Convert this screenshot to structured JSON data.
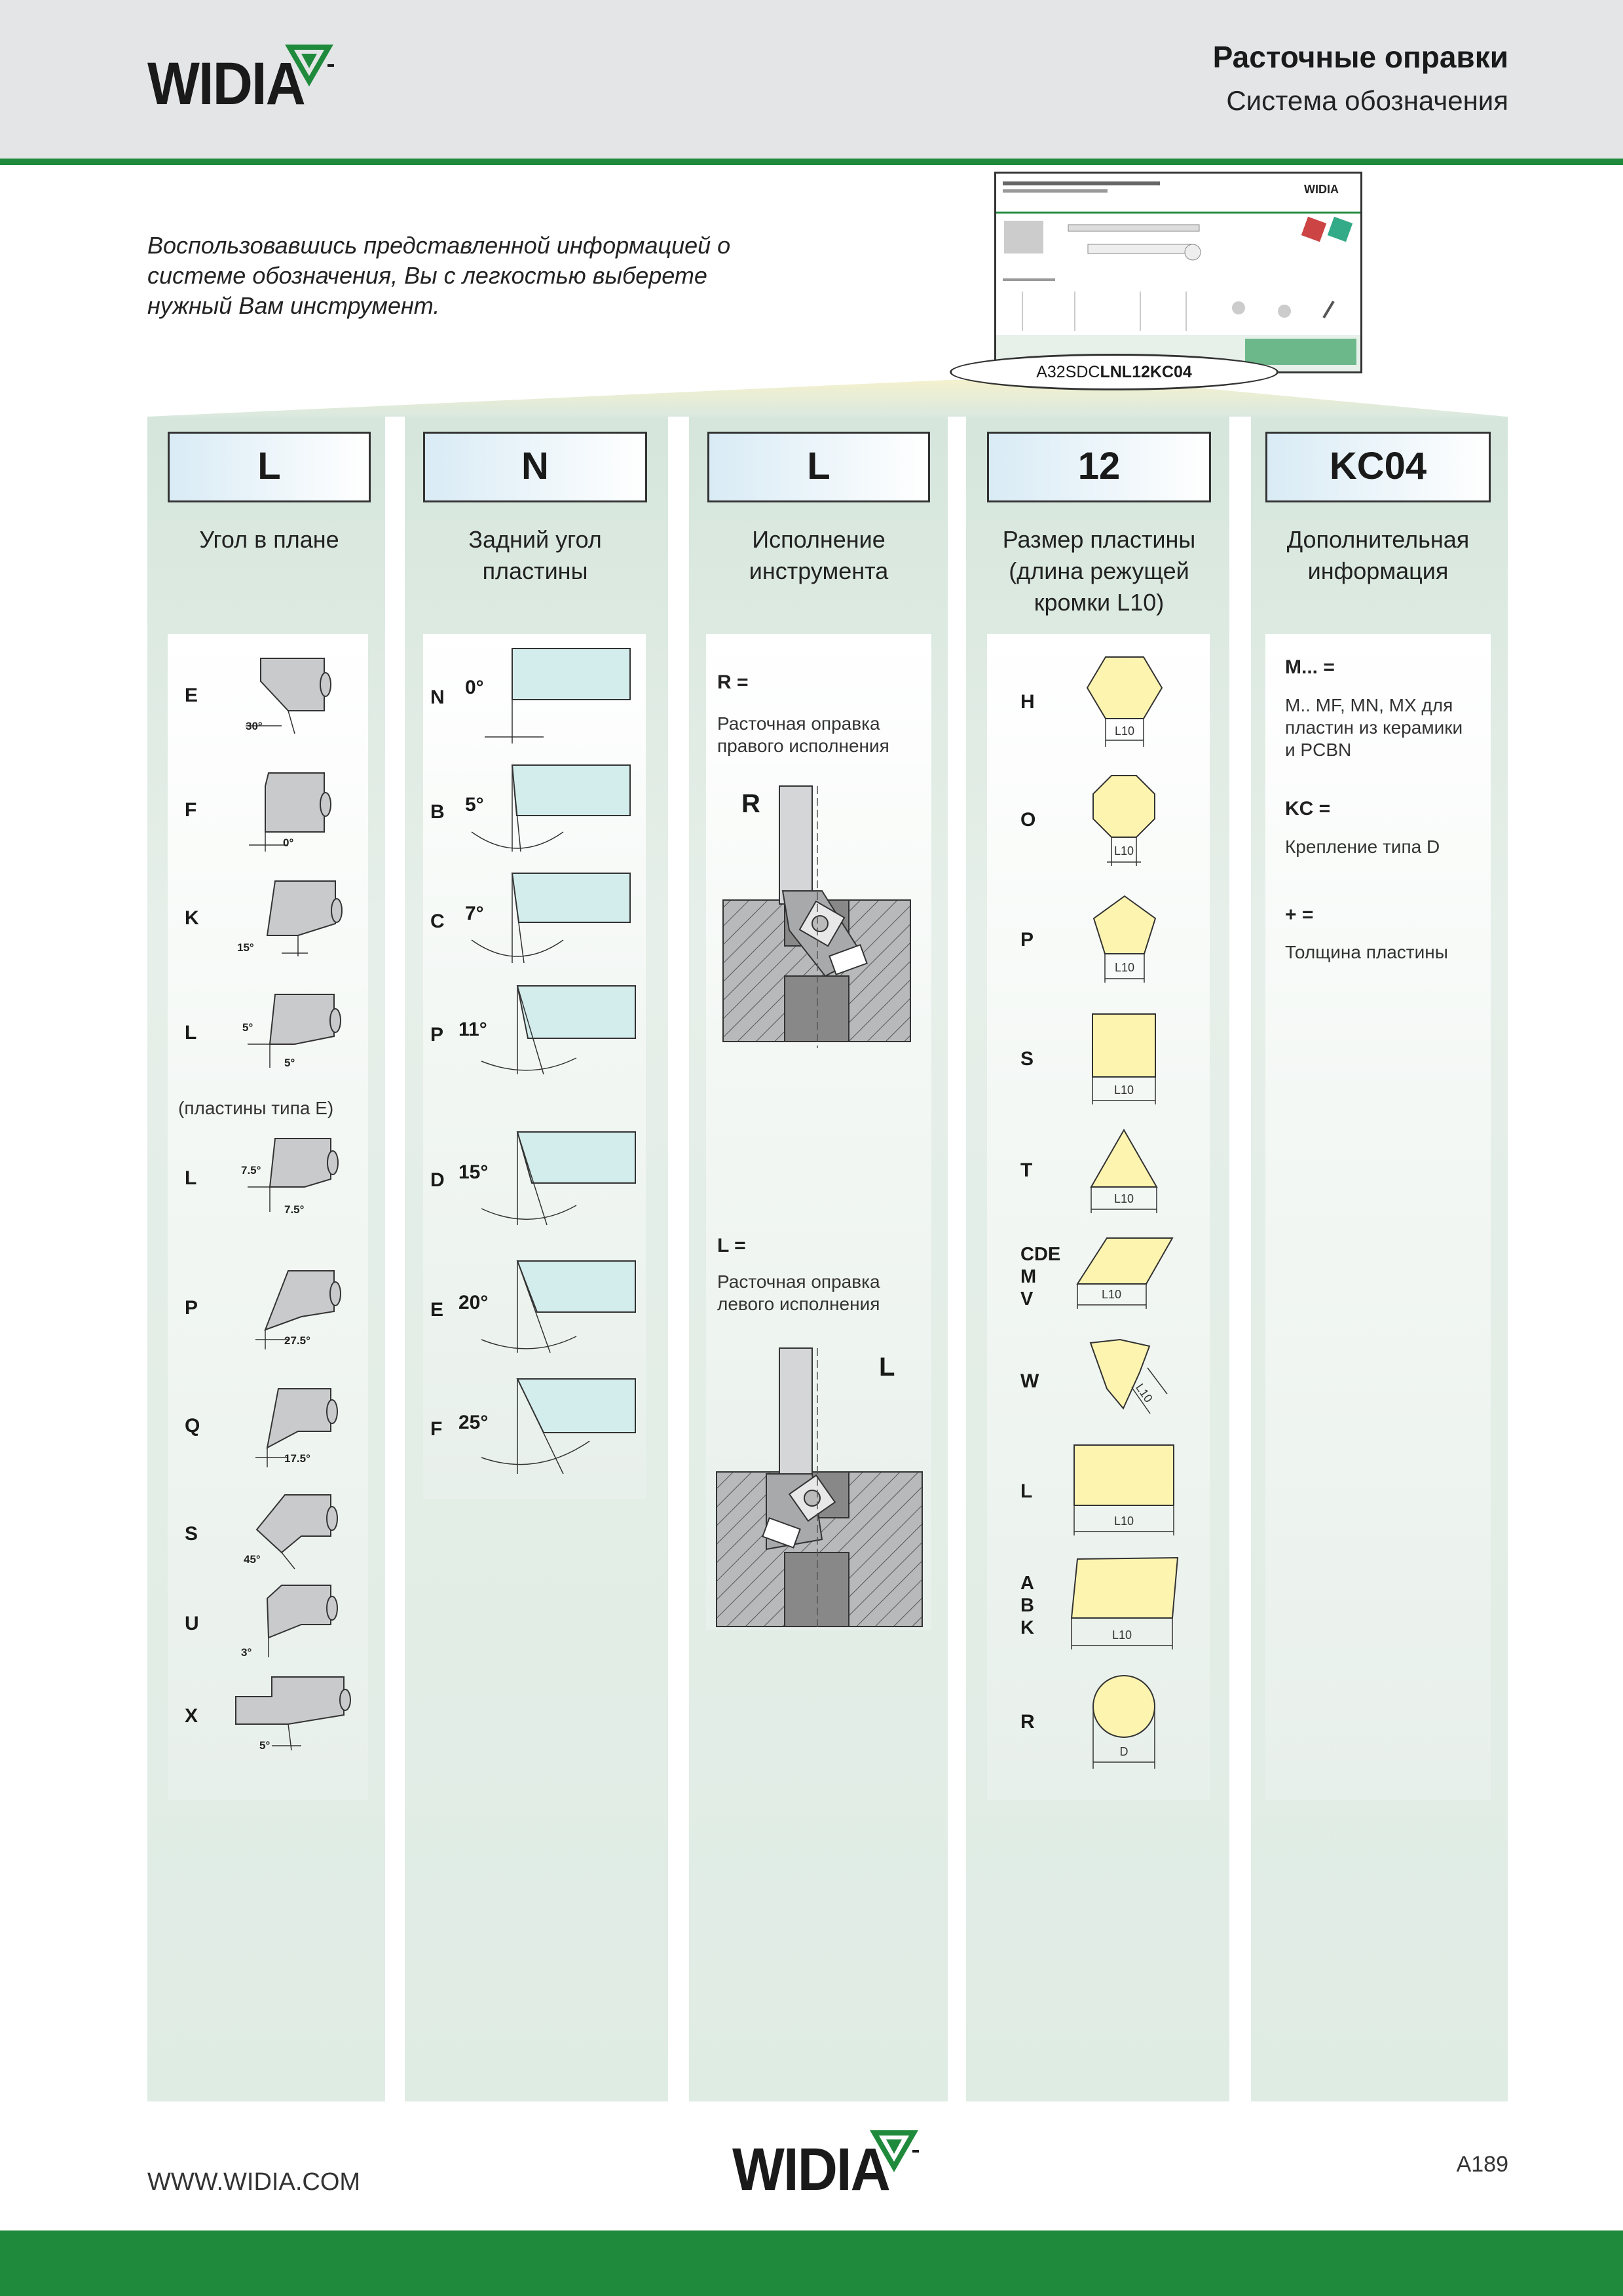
{
  "header": {
    "logo": "WIDIA",
    "title": "Расточные оправки",
    "subtitle": "Система обозначения"
  },
  "intro": "Воспользовавшись представленной информацией о системе обозначения, Вы с легкостью выберете нужный Вам инструмент.",
  "catalog_thumb": {
    "logo": "WIDIA"
  },
  "code": {
    "prefix": "A32SDC",
    "highlight": "LNL12KC04"
  },
  "columns": [
    {
      "code": "L",
      "title": "Угол в плане"
    },
    {
      "code": "N",
      "title": "Задний угол пластины"
    },
    {
      "code": "L",
      "title": "Исполнение инструмента"
    },
    {
      "code": "12",
      "title": "Размер пластины (длина режущей кромки L10)"
    },
    {
      "code": "KC04",
      "title": "Дополнительная информация"
    }
  ],
  "lead_angle": {
    "items": [
      "E",
      "F",
      "K",
      "L",
      "L",
      "P",
      "Q",
      "S",
      "U",
      "X"
    ],
    "angles": [
      "30°",
      "0°",
      "15°",
      "5°",
      "7.5°",
      "27.5°",
      "17.5°",
      "45°",
      "3°",
      "5°"
    ],
    "note": "(пластины типа E)"
  },
  "clearance": {
    "items": [
      {
        "code": "N",
        "angle": "0°"
      },
      {
        "code": "B",
        "angle": "5°"
      },
      {
        "code": "C",
        "angle": "7°"
      },
      {
        "code": "P",
        "angle": "11°"
      },
      {
        "code": "D",
        "angle": "15°"
      },
      {
        "code": "E",
        "angle": "20°"
      },
      {
        "code": "F",
        "angle": "25°"
      }
    ]
  },
  "hand": {
    "right_code": "R =",
    "right_desc": "Расточная оправка правого исполнения",
    "right_mark": "R",
    "left_code": "L =",
    "left_desc": "Расточная оправка левого исполнения",
    "left_mark": "L"
  },
  "insert_size": {
    "items": [
      "H",
      "O",
      "P",
      "S",
      "T",
      "CDE M V",
      "W",
      "L",
      "A B K",
      "R"
    ],
    "dim": "L10",
    "dim_round": "D"
  },
  "extra": {
    "m_code": "M... =",
    "m_desc": "M.. MF, MN, MX для пластин из керамики и PCBN",
    "kc_code": "KC =",
    "kc_desc": "Крепление типа D",
    "plus_code": "+ =",
    "plus_desc": "Толщина пластины"
  },
  "footer": {
    "url": "WWW.WIDIA.COM",
    "page": "A189",
    "logo": "WIDIA"
  },
  "colors": {
    "green": "#1f8a3c",
    "insert_yellow": "#fdf4b0",
    "insert_blue": "#d3ecec",
    "column_bg": "#dfece4"
  }
}
